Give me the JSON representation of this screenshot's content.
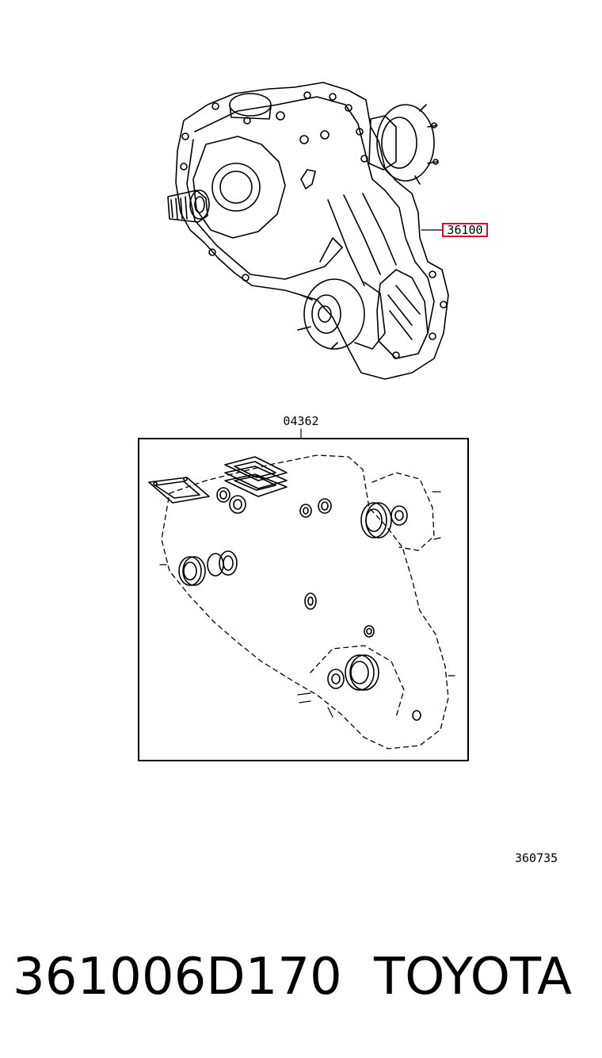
{
  "diagram": {
    "main_part_callout": "36100",
    "kit_callout": "04362",
    "reference_code": "360735"
  },
  "footer": {
    "part_number": "361006D170",
    "brand": "TOYOTA"
  },
  "colors": {
    "line": "#000000",
    "highlight": "#c8102e",
    "background": "#ffffff"
  },
  "icons": [
    "transfer-case-assembly-drawing",
    "gasket-kit-drawing"
  ]
}
